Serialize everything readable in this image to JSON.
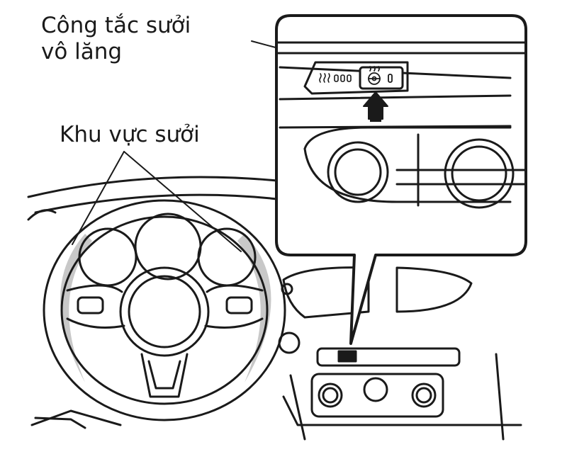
{
  "labels": {
    "switch_line1": "Công tắc sưởi",
    "switch_line2": "vô lăng",
    "heating_zone": "Khu vực sưởi"
  },
  "colors": {
    "line": "#1a1a1a",
    "heated_zone": "#c8c8c8",
    "background": "#ffffff"
  },
  "icons": [
    "steering-heater-icon",
    "seat-heater-icon",
    "up-arrow-icon"
  ]
}
